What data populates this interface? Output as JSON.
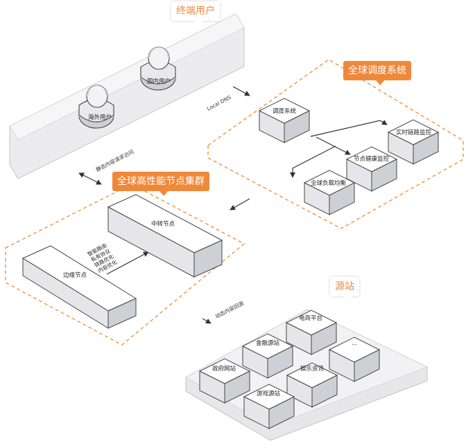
{
  "titles": {
    "end_users": "终端用户",
    "gslb": "全球调度系统",
    "cluster": "全球高性能节点集群",
    "origin": "源站"
  },
  "users": {
    "overseas": "海外用户",
    "domestic": "国内用户"
  },
  "gslb": {
    "dispatch": "调度系统",
    "realtime_monitor": "实时链路监控",
    "health_monitor": "节点健康监控",
    "load_balance": "全球负载均衡"
  },
  "cluster": {
    "relay": "中转节点",
    "edge": "边缘节点",
    "features": [
      "智能路由",
      "私有协议",
      "链路优化",
      "内容优化"
    ]
  },
  "origin": {
    "sites": [
      "电商平台",
      "金融源站",
      "...",
      "政府网站",
      "娱乐资讯",
      "游戏源站"
    ]
  },
  "flows": {
    "local_dns": "Local DNS",
    "static_request": "静态内容请求访问",
    "dynamic_return": "动态内容回源"
  },
  "colors": {
    "accent": "#f0883a",
    "dash": "#f08a2e",
    "box_top": "#ffffff",
    "box_left": "#e6e6ea",
    "box_right": "#cfcfd6",
    "stroke": "#444444"
  }
}
